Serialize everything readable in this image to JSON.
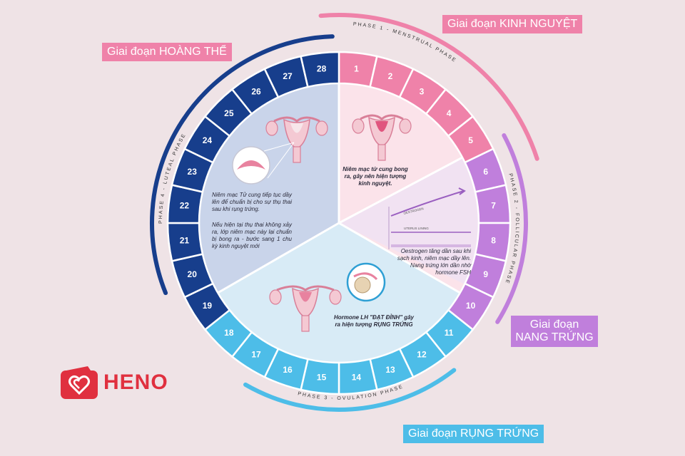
{
  "phase_labels": {
    "menstrual": "Giai đoạn KINH NGUYỆT",
    "luteal": "Giai đoạn HOÀNG THỂ",
    "follicular": "Giai đoạn NANG TRỨNG",
    "ovulation": "Giai đoạn RỤNG TRỨNG"
  },
  "arc_labels": {
    "menstrual": "PHASE 1 - MENSTRUAL PHASE",
    "follicular": "PHASE 2 - FOLLICULAR PHASE",
    "ovulation": "PHASE 3 - OVULATION PHASE",
    "luteal": "PHASE 4 - LUTEAL PHASE"
  },
  "days": [
    "1",
    "2",
    "3",
    "4",
    "5",
    "6",
    "7",
    "8",
    "9",
    "10",
    "11",
    "12",
    "13",
    "14",
    "15",
    "16",
    "17",
    "18",
    "19",
    "20",
    "21",
    "22",
    "23",
    "24",
    "25",
    "26",
    "27",
    "28"
  ],
  "descriptions": {
    "menstrual": "Niêm mạc tử cung bong ra, gây nên hiện tượng kinh nguyệt.",
    "follicular": "Oestrogen tăng dần sau khi sạch kinh, niêm mạc dầy lên. Nang trứng lớn dần nhờ hormone FSH",
    "ovulation": "Hormone LH \"ĐẠT ĐỈNH\" gây ra hiện tượng RỤNG TRỨNG",
    "luteal_1": "Niêm mạc Tử cung tiếp tục dầy lên để chuẩn bị cho sự thụ thai sau khi rụng trứng.",
    "luteal_2": "Nếu hiện tại thụ thai không xảy ra, lớp niêm mạc này lại chuẩn bị bong ra - bước sang 1 chu kỳ kinh nguyệt mới"
  },
  "graph_labels": {
    "oestrogen": "OESTROGEN",
    "uterus_lining": "UTERUS LINING"
  },
  "logo": {
    "text": "HENO"
  },
  "colors": {
    "background": "#efe3e6",
    "menstrual": "#ef82a9",
    "follicular": "#c07fdc",
    "ovulation": "#4dbde8",
    "luteal": "#173e8c",
    "logo": "#e0303f"
  }
}
